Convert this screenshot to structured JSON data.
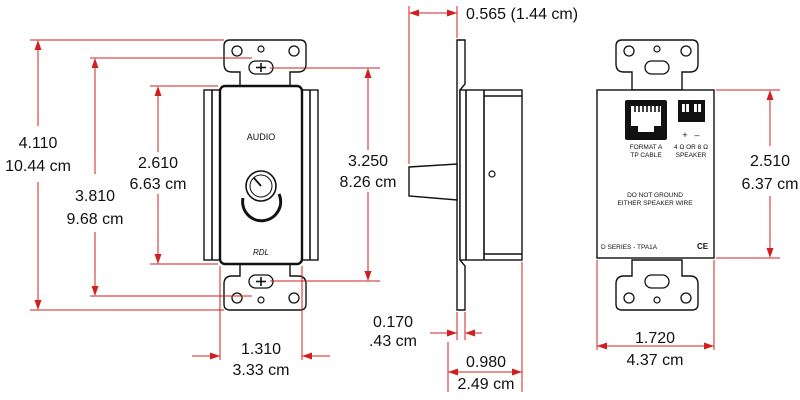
{
  "colors": {
    "dimension_line": "#d11f1f",
    "outline": "#111111",
    "background": "#ffffff"
  },
  "front_view": {
    "panel_label": "AUDIO",
    "brand_mark": "RDL",
    "dims": {
      "overall_height_in": "4.110",
      "overall_height_cm": "10.44 cm",
      "mount_spacing_in": "3.810",
      "mount_spacing_cm": "9.68 cm",
      "panel_height_in": "2.610",
      "panel_height_cm": "6.63 cm",
      "body_height_in": "3.250",
      "body_height_cm": "8.26 cm",
      "width_in": "1.310",
      "width_cm": "3.33 cm"
    }
  },
  "side_view": {
    "dims": {
      "knob_depth_in": "0.565",
      "knob_depth_cm": "(1.44 cm)",
      "plate_thickness_in": "0.170",
      "plate_thickness_cm": ".43 cm",
      "depth_in": "0.980",
      "depth_cm": "2.49 cm"
    }
  },
  "rear_view": {
    "connector_label_1": "FORMAT A",
    "connector_label_2": "TP CABLE",
    "terminal_plus": "+",
    "terminal_minus": "–",
    "terminal_label_1": "4 Ω OR 8 Ω",
    "terminal_label_2": "SPEAKER",
    "warning_line_1": "DO NOT GROUND",
    "warning_line_2": "EITHER SPEAKER WIRE",
    "model": "D SERIES - TPA1A",
    "ce_mark": "CE",
    "dims": {
      "body_height_in": "2.510",
      "body_height_cm": "6.37 cm",
      "width_in": "1.720",
      "width_cm": "4.37 cm"
    }
  }
}
